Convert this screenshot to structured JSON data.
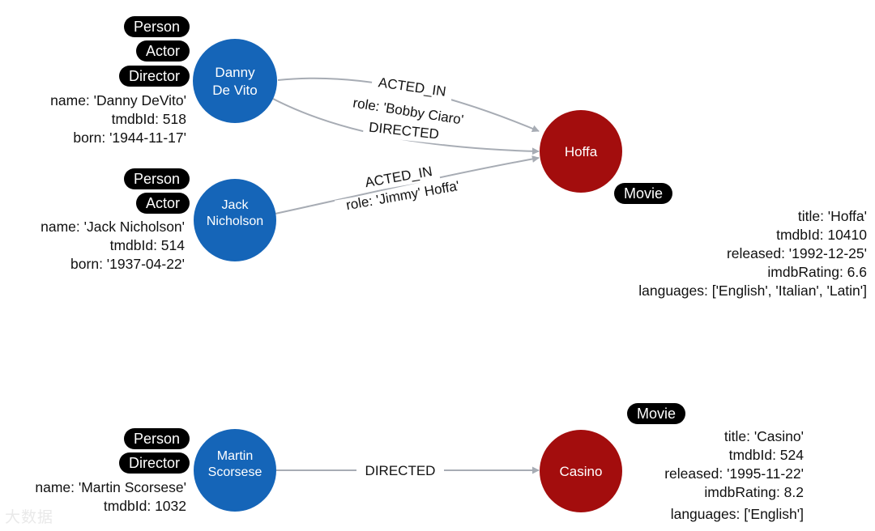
{
  "colors": {
    "person": "#1565b8",
    "movie": "#a30d0d",
    "edge": "#a7acb4",
    "tag": "#000000"
  },
  "nodes": {
    "danny": {
      "caption": [
        "Danny",
        "De Vito"
      ],
      "labels": [
        "Person",
        "Actor",
        "Director"
      ],
      "props": [
        "name: 'Danny DeVito'",
        "tmdbId: 518",
        "born: '1944-11-17'"
      ]
    },
    "jack": {
      "caption": [
        "Jack",
        "Nicholson"
      ],
      "labels": [
        "Person",
        "Actor"
      ],
      "props": [
        "name: 'Jack Nicholson'",
        "tmdbId: 514",
        "born: '1937-04-22'"
      ]
    },
    "martin": {
      "caption": [
        "Martin",
        "Scorsese"
      ],
      "labels": [
        "Person",
        "Director"
      ],
      "props": [
        "name: 'Martin Scorsese'",
        "tmdbId: 1032"
      ]
    },
    "hoffa": {
      "caption": [
        "Hoffa"
      ],
      "labels": [
        "Movie"
      ],
      "props": [
        "title: 'Hoffa'",
        "tmdbId: 10410",
        "released: '1992-12-25'",
        "imdbRating: 6.6",
        "languages: ['English', 'Italian', 'Latin']"
      ]
    },
    "casino": {
      "caption": [
        "Casino"
      ],
      "labels": [
        "Movie"
      ],
      "props": [
        "title: 'Casino'",
        "tmdbId: 524",
        "released: '1995-11-22'",
        "imdbRating: 8.2",
        "languages: ['English']"
      ]
    }
  },
  "edges": {
    "danny_acted": {
      "type": "ACTED_IN",
      "role": "role: 'Bobby Ciaro'"
    },
    "danny_directed": {
      "type": "DIRECTED"
    },
    "jack_acted": {
      "type": "ACTED_IN",
      "role": "role: 'Jimmy' Hoffa'"
    },
    "martin_directed": {
      "type": "DIRECTED"
    }
  },
  "watermark": "大数据"
}
